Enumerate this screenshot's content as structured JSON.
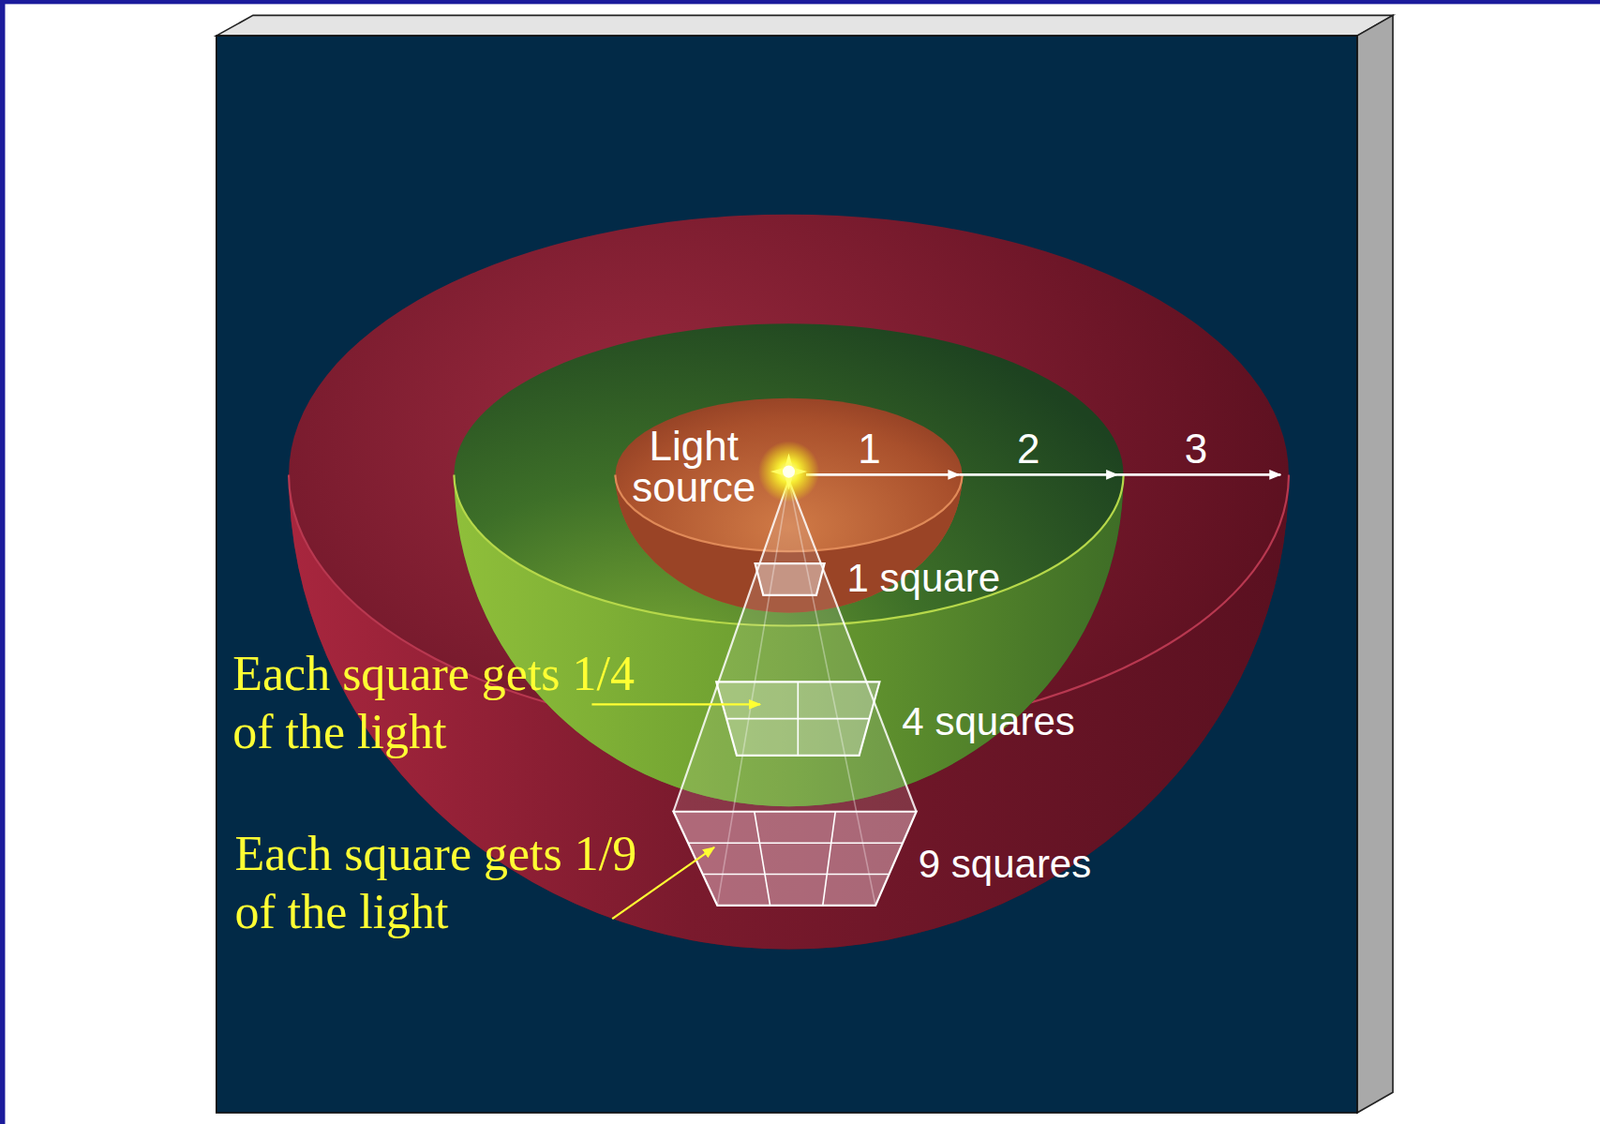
{
  "diagram": {
    "labels": [
      "Light source",
      "1",
      "2",
      "3",
      "1 square",
      "4 squares",
      "9 squares",
      "Each square gets 1/4 of the light",
      "Each square gets 1/9 of the light"
    ]
  }
}
